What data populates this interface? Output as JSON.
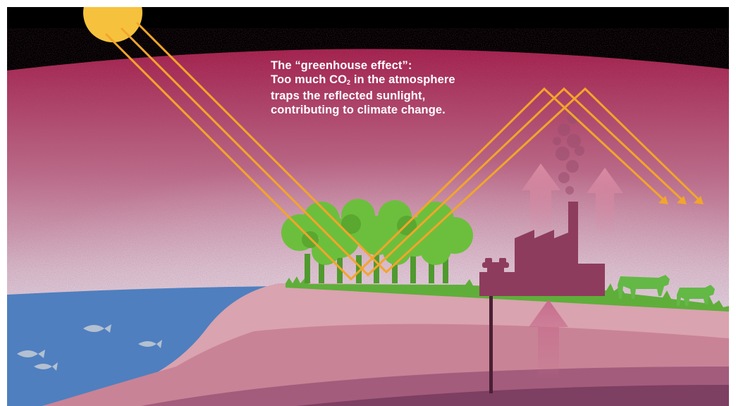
{
  "caption": {
    "line1": "The “greenhouse effect”:",
    "line2_prefix": "Too much CO",
    "line2_subscript": "2",
    "line2_suffix": " in the atmosphere",
    "line3": "traps the reflected sunlight,",
    "line4": "contributing to climate change."
  },
  "colors": {
    "space": "#000000",
    "atmosphere_top": "#9e1f4a",
    "atmosphere_haze": "#c9a6b7",
    "sky_low": "#d8dfe9",
    "sun": "#f6c23e",
    "sun_ray": "#f2a52b",
    "ocean": "#4f7fbf",
    "land_surface": "#d8a0ac",
    "land_layer": "#c78294",
    "land_deep": "#9c5878",
    "trees": "#6cbf3c",
    "factory": "#8e3c5e",
    "cows": "#63b846",
    "fish": "#b3c0d1",
    "heat_arrow": "#e7a3b6"
  },
  "icons": [
    "sun-icon",
    "tree-icon",
    "factory-icon",
    "cow-icon",
    "fish-icon",
    "oil-pump-icon",
    "up-arrow-icon",
    "ray-arrow-icon"
  ]
}
